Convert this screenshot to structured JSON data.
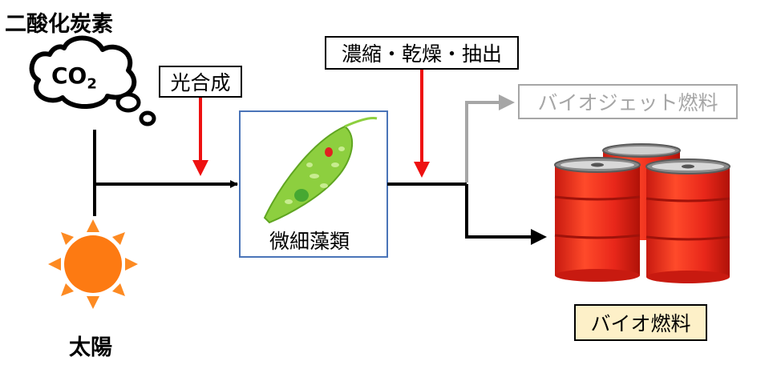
{
  "labels": {
    "co2_title": "二酸化炭素",
    "co2_text": "CO",
    "co2_sub": "2",
    "sun": "太陽",
    "photosynthesis": "光合成",
    "microalgae": "微細藻類",
    "process": "濃縮・乾燥・抽出",
    "jet_fuel": "バイオジェット燃料",
    "biofuel": "バイオ燃料"
  },
  "colors": {
    "red_arrow": "#ee1111",
    "gray_arrow": "#a6a6a6",
    "jet_text": "#a6a6a6",
    "algae_box_border": "#4a74b8",
    "biofuel_fill": "#fdf0c8",
    "sun_orange": "#fd7a12",
    "barrel_red": "#e8271a",
    "algae_green": "#8dcf3f"
  },
  "icons": [
    "cloud-icon",
    "sun-icon",
    "microalgae-icon",
    "oil-barrels-icon"
  ]
}
